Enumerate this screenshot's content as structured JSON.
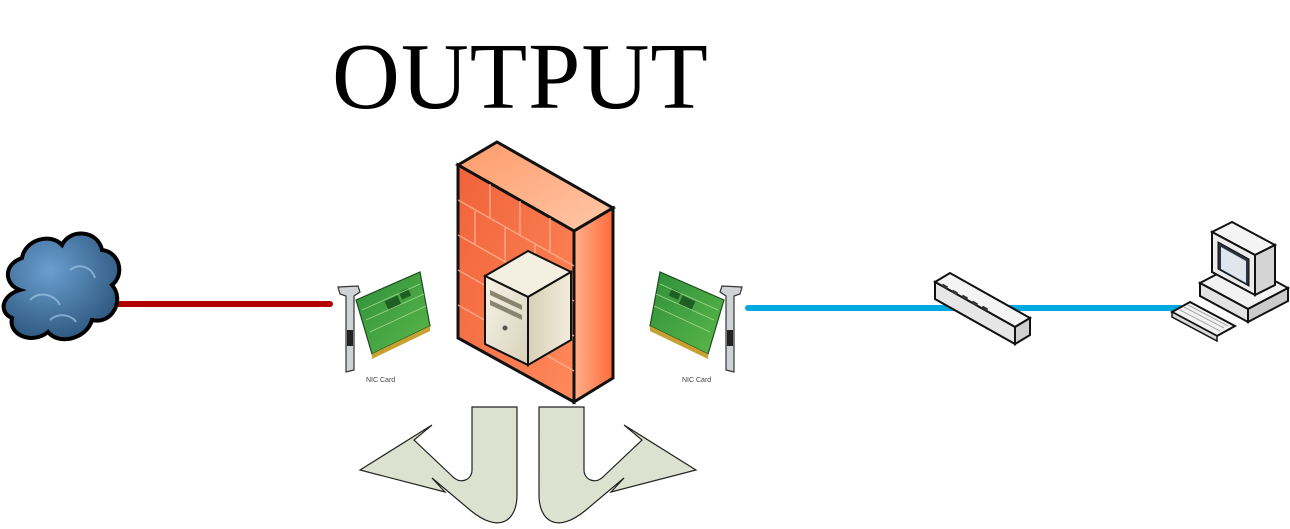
{
  "diagram": {
    "title": "OUTPUT",
    "nodes": {
      "nic_left": {
        "label": "NIC Card",
        "icon": "nic-card-icon"
      },
      "nic_right": {
        "label": "NIC Card",
        "icon": "nic-card-icon"
      },
      "internet": {
        "icon": "cloud-icon"
      },
      "firewall": {
        "icon": "firewall-icon"
      },
      "server": {
        "icon": "server-icon"
      },
      "switch": {
        "icon": "switch-icon"
      },
      "workstation": {
        "icon": "workstation-icon"
      },
      "arrows": {
        "icon": "u-turn-arrow-icon"
      }
    },
    "colors": {
      "wan_link": "#b30000",
      "lan_link": "#00a8e0",
      "firewall": "#f26a3c",
      "arrow_fill": "#dde1cf",
      "cloud": "#2f5f8a"
    }
  }
}
